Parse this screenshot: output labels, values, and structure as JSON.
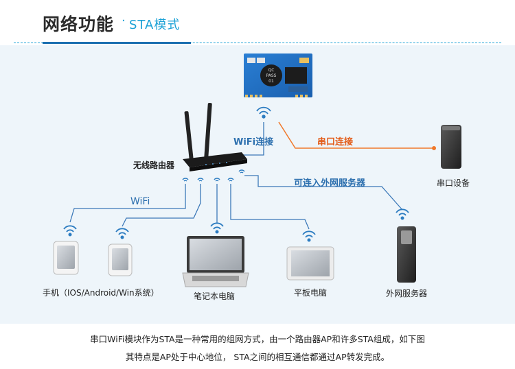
{
  "header": {
    "title": "网络功能",
    "dot": "·",
    "subtitle": "STA模式"
  },
  "diagram": {
    "router_label": "无线路由器",
    "wifi_link_label": "WiFi连接",
    "serial_link_label": "串口连接",
    "serial_device_label": "串口设备",
    "external_server_link_label": "可连入外网服务器",
    "wifi_label": "WiFi",
    "phone_label": "手机（IOS/Android/Win系统）",
    "laptop_label": "笔记本电脑",
    "tablet_label": "平板电脑",
    "server_label": "外网服务器",
    "module_chip_text": [
      "QC",
      "PASS",
      "01"
    ],
    "colors": {
      "blue_line": "#3b78b8",
      "orange_line": "#f0782a",
      "wifi_signal": "#2c7cc1"
    }
  },
  "footer": {
    "line1": "串口WiFi模块作为STA是一种常用的组网方式，由一个路由器AP和许多STA组成，如下图",
    "line2": "其特点是AP处于中心地位， STA之间的相互通信都通过AP转发完成。"
  }
}
